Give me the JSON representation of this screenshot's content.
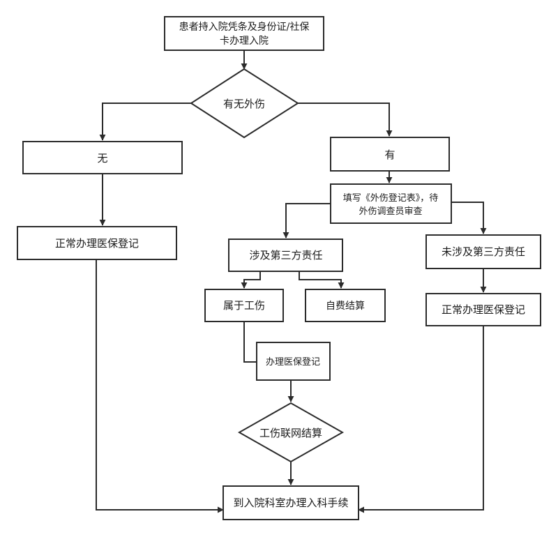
{
  "nodes": {
    "start": {
      "lines": [
        "患者持入院凭条及身份证/社保",
        "卡办理入院"
      ]
    },
    "decision_injury": {
      "text": "有无外伤"
    },
    "branch_no": {
      "text": "无"
    },
    "branch_yes": {
      "text": "有"
    },
    "normal_reg_left": {
      "text": "正常办理医保登记"
    },
    "fill_form": {
      "lines": [
        "填写《外伤登记表》，待",
        "外伤调查员审查"
      ]
    },
    "third_party": {
      "text": "涉及第三方责任"
    },
    "no_third_party": {
      "text": "未涉及第三方责任"
    },
    "work_injury": {
      "text": "属于工伤"
    },
    "self_pay": {
      "text": "自费结算"
    },
    "normal_reg_right": {
      "text": "正常办理医保登记"
    },
    "insurance_reg": {
      "text": "办理医保登记"
    },
    "work_injury_settle": {
      "text": "工伤联网结算"
    },
    "dept_admission": {
      "text": "到入院科室办理入科手续"
    }
  },
  "colors": {
    "stroke": "#2b2b2b",
    "text": "#1a1a1a",
    "background": "#ffffff"
  }
}
